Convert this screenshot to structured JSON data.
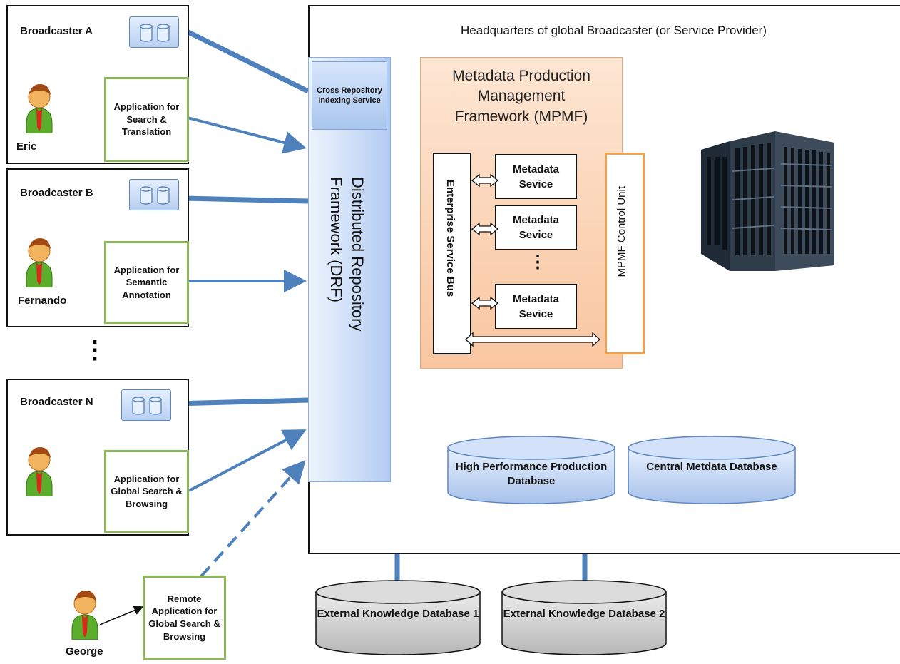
{
  "hq": {
    "label": "Headquarters of global Broadcaster (or Service Provider)"
  },
  "broadcasters": [
    {
      "title": "Broadcaster A",
      "person": "Eric",
      "app": "Application for Search & Translation"
    },
    {
      "title": "Broadcaster B",
      "person": "Fernando",
      "app": "Application for Semantic Annotation"
    },
    {
      "title": "Broadcaster N",
      "person": "",
      "app": "Application for Global Search & Browsing"
    }
  ],
  "ellipsis": "⋮",
  "remote": {
    "person": "George",
    "app": "Remote Application for Global Search & Browsing"
  },
  "drf": {
    "cross_label": "Cross Repository Indexing Service",
    "label_line1": "Distributed Repository",
    "label_line2": "Framework (DRF)"
  },
  "mpmf": {
    "title_line1": "Metadata Production",
    "title_line2": "Management",
    "title_line3": "Framework (MPMF)",
    "esb_label": "Enterprise Service Bus",
    "service_label": "Metadata Sevice",
    "services": [
      "Metadata Sevice",
      "Metadata Sevice",
      "Metadata Sevice"
    ],
    "dots": "⋮",
    "control_unit": "MPMF Control Unit"
  },
  "databases": {
    "high_perf": "High Performance Production Database",
    "central": "Central Metdata Database",
    "ext1": "External Knowledge Database 1",
    "ext2": "External Knowledge Database 2"
  },
  "colors": {
    "connector": "#4f81bd",
    "app_border": "#8cb85a",
    "mpmf_fill": "#fbd3b4",
    "control_border": "#f0a150"
  }
}
